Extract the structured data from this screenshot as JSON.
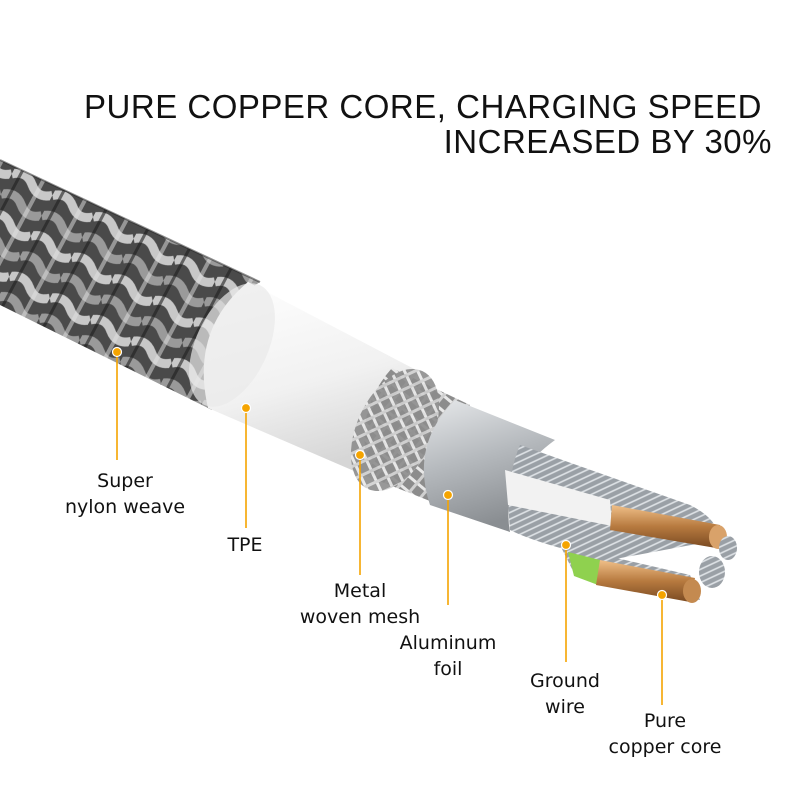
{
  "headline": {
    "line1": "PURE COPPER CORE, CHARGING SPEED",
    "line2": "INCREASED BY 30%"
  },
  "colors": {
    "leader": "#f5a400",
    "text": "#111111",
    "braid_dark": "#2e2e2e",
    "braid_light": "#bdbdbd",
    "tpe": "#f4f4f4",
    "foil": "#b9bcc0",
    "copper": "#c98a4e",
    "ground_green": "#8fd14f"
  },
  "callouts": [
    {
      "id": "nylon",
      "lines": [
        "Super",
        "nylon weave"
      ]
    },
    {
      "id": "tpe",
      "lines": [
        "TPE"
      ]
    },
    {
      "id": "mesh",
      "lines": [
        "Metal",
        "woven mesh"
      ]
    },
    {
      "id": "foil",
      "lines": [
        "Aluminum",
        "foil"
      ]
    },
    {
      "id": "ground",
      "lines": [
        "Ground",
        "wire"
      ]
    },
    {
      "id": "copper",
      "lines": [
        "Pure",
        "copper core"
      ]
    }
  ]
}
